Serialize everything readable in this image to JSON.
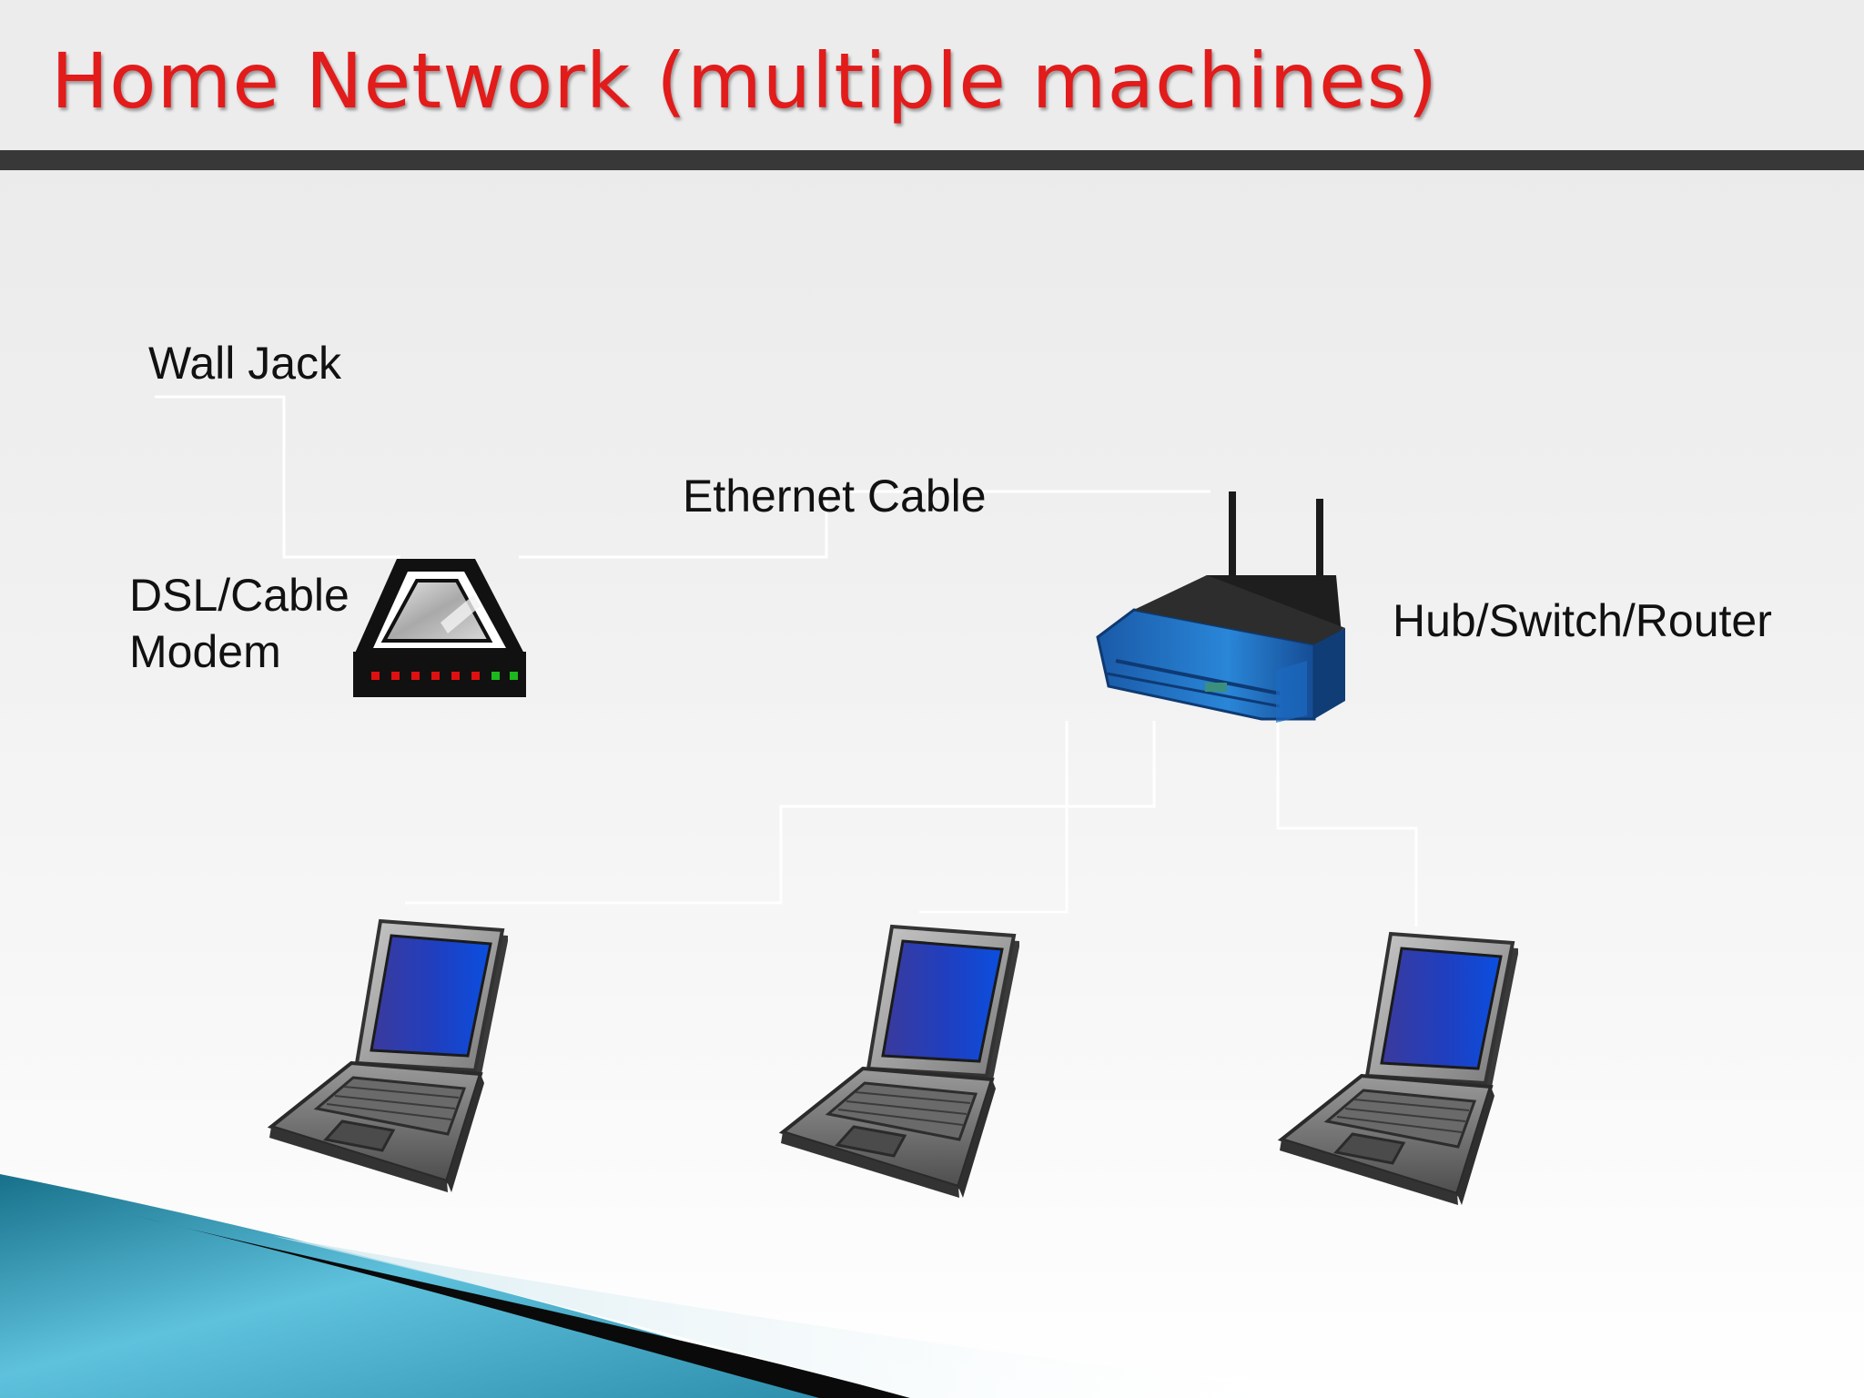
{
  "slide": {
    "title": "Home Network (multiple machines)",
    "accent_color": "#e21b1b"
  },
  "labels": {
    "wall_jack": "Wall Jack",
    "ethernet_cable": "Ethernet Cable",
    "modem_line1": "DSL/Cable",
    "modem_line2": "Modem",
    "router": "Hub/Switch/Router"
  },
  "devices": {
    "modem": {
      "icon": "modem-icon",
      "leds": [
        "red",
        "red",
        "red",
        "red",
        "red",
        "red",
        "green",
        "green"
      ]
    },
    "router": {
      "icon": "wireless-router-icon",
      "color": "#1f6fc4"
    },
    "laptops": [
      {
        "icon": "laptop-icon"
      },
      {
        "icon": "laptop-icon"
      },
      {
        "icon": "laptop-icon"
      }
    ]
  }
}
